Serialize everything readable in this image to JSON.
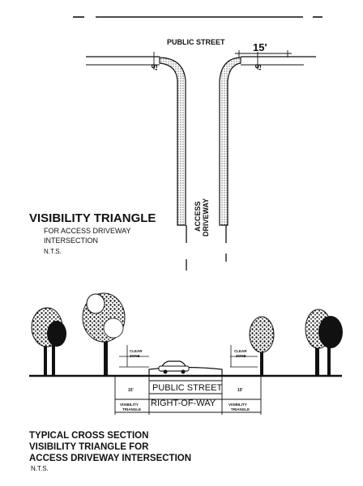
{
  "plan": {
    "street_label": "PUBLIC STREET",
    "dim_15": "15'",
    "dim_5_left": "5'",
    "dim_5_right": "5'",
    "driveway_label_line1": "ACCESS",
    "driveway_label_line2": "DRIVEWAY",
    "title": "VISIBILITY TRIANGLE",
    "subtitle_line1": "FOR ACCESS DRIVEWAY",
    "subtitle_line2": "INTERSECTION",
    "scale_note": "N.T.S."
  },
  "section": {
    "street_label": "PUBLIC STREET",
    "row_label": "RIGHT-OF-WAY",
    "clear_zone_left_line1": "CLEAR",
    "clear_zone_left_line2": "ZONE",
    "clear_zone_right_line1": "CLEAR",
    "clear_zone_right_line2": "ZONE",
    "width_left": "15'",
    "width_right": "15'",
    "vt_left_line1": "VISIBILITY",
    "vt_left_line2": "TRIANGLE",
    "vt_right_line1": "VISIBILITY",
    "vt_right_line2": "TRIANGLE",
    "title_line1": "TYPICAL CROSS SECTION",
    "title_line2": "VISIBILITY TRIANGLE FOR",
    "title_line3": "ACCESS DRIVEWAY INTERSECTION",
    "scale_note": "N.T.S."
  }
}
